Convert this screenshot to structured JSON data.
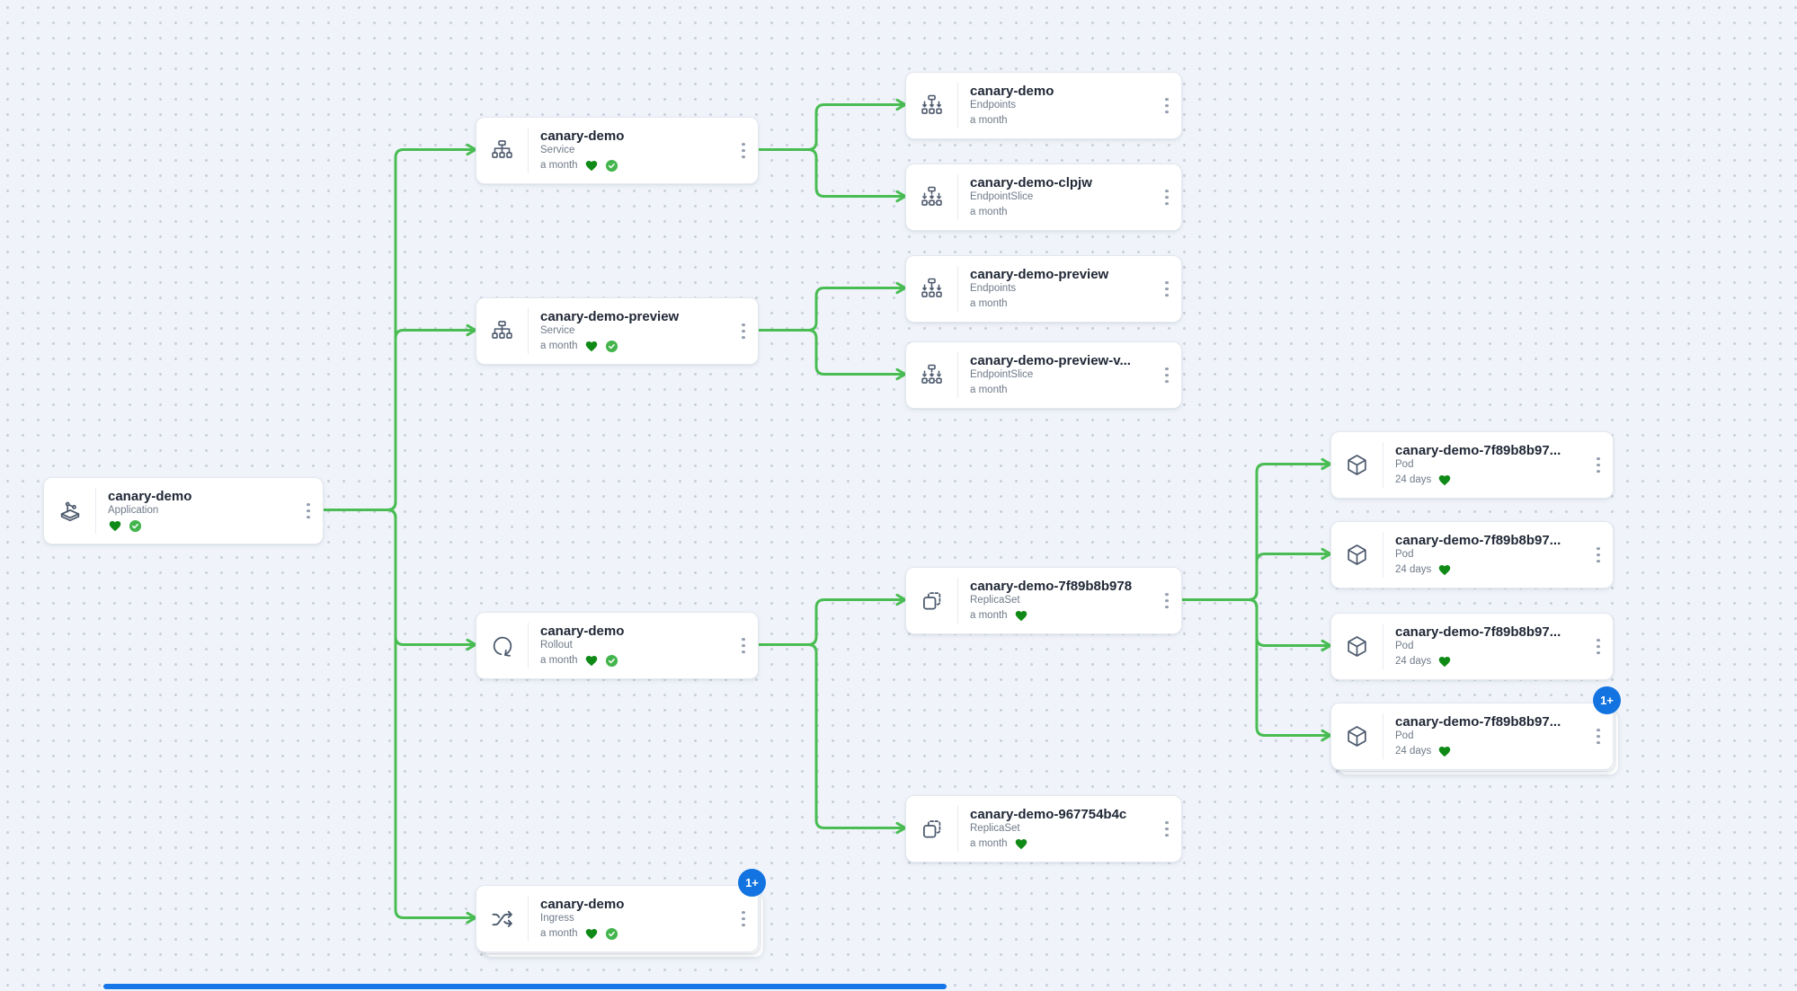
{
  "view": {
    "description": "Kubernetes application resource tree",
    "badge_label": "1+"
  },
  "colors": {
    "edge": "#49bd53",
    "heart": "#108a16",
    "check_circle": "#44b54d",
    "badge": "#1373e0",
    "card_border": "#e3e8ef",
    "background": "#f0f4fa"
  },
  "nodes": [
    {
      "id": "application",
      "title": "canary-demo",
      "kind": "Application",
      "age": "",
      "status_icons": [
        "heart",
        "check"
      ],
      "icon": "application"
    },
    {
      "id": "service-canary-demo",
      "title": "canary-demo",
      "kind": "Service",
      "age": "a month",
      "status_icons": [
        "heart",
        "check"
      ],
      "icon": "service"
    },
    {
      "id": "service-canary-demo-preview",
      "title": "canary-demo-preview",
      "kind": "Service",
      "age": "a month",
      "status_icons": [
        "heart",
        "check"
      ],
      "icon": "service"
    },
    {
      "id": "rollout",
      "title": "canary-demo",
      "kind": "Rollout",
      "age": "a month",
      "status_icons": [
        "heart",
        "check"
      ],
      "icon": "rollout"
    },
    {
      "id": "ingress",
      "title": "canary-demo",
      "kind": "Ingress",
      "age": "a month",
      "status_icons": [
        "heart",
        "check"
      ],
      "icon": "ingress",
      "badge": "1+",
      "stacked": true
    },
    {
      "id": "endpoints-canary-demo",
      "title": "canary-demo",
      "kind": "Endpoints",
      "age": "a month",
      "status_icons": [],
      "icon": "endpoints"
    },
    {
      "id": "endpointslice-clpjw",
      "title": "canary-demo-clpjw",
      "kind": "EndpointSlice",
      "age": "a month",
      "status_icons": [],
      "icon": "endpointslice"
    },
    {
      "id": "endpoints-preview",
      "title": "canary-demo-preview",
      "kind": "Endpoints",
      "age": "a month",
      "status_icons": [],
      "icon": "endpoints"
    },
    {
      "id": "endpointslice-preview",
      "title": "canary-demo-preview-v...",
      "kind": "EndpointSlice",
      "age": "a month",
      "status_icons": [],
      "icon": "endpointslice"
    },
    {
      "id": "rs-7f89b8b978",
      "title": "canary-demo-7f89b8b978",
      "kind": "ReplicaSet",
      "age": "a month",
      "status_icons": [
        "heart"
      ],
      "icon": "replicaset"
    },
    {
      "id": "rs-967754b4c",
      "title": "canary-demo-967754b4c",
      "kind": "ReplicaSet",
      "age": "a month",
      "status_icons": [
        "heart"
      ],
      "icon": "replicaset"
    },
    {
      "id": "pod-1",
      "title": "canary-demo-7f89b8b97...",
      "kind": "Pod",
      "age": "24 days",
      "status_icons": [
        "heart"
      ],
      "icon": "pod"
    },
    {
      "id": "pod-2",
      "title": "canary-demo-7f89b8b97...",
      "kind": "Pod",
      "age": "24 days",
      "status_icons": [
        "heart"
      ],
      "icon": "pod"
    },
    {
      "id": "pod-3",
      "title": "canary-demo-7f89b8b97...",
      "kind": "Pod",
      "age": "24 days",
      "status_icons": [
        "heart"
      ],
      "icon": "pod"
    },
    {
      "id": "pod-4",
      "title": "canary-demo-7f89b8b97...",
      "kind": "Pod",
      "age": "24 days",
      "status_icons": [
        "heart"
      ],
      "icon": "pod",
      "badge": "1+",
      "stacked": true
    }
  ],
  "edges": [
    {
      "from": "application",
      "to": "service-canary-demo"
    },
    {
      "from": "application",
      "to": "service-canary-demo-preview"
    },
    {
      "from": "application",
      "to": "rollout"
    },
    {
      "from": "application",
      "to": "ingress"
    },
    {
      "from": "service-canary-demo",
      "to": "endpoints-canary-demo"
    },
    {
      "from": "service-canary-demo",
      "to": "endpointslice-clpjw"
    },
    {
      "from": "service-canary-demo-preview",
      "to": "endpoints-preview"
    },
    {
      "from": "service-canary-demo-preview",
      "to": "endpointslice-preview"
    },
    {
      "from": "rollout",
      "to": "rs-7f89b8b978"
    },
    {
      "from": "rollout",
      "to": "rs-967754b4c"
    },
    {
      "from": "rs-7f89b8b978",
      "to": "pod-1"
    },
    {
      "from": "rs-7f89b8b978",
      "to": "pod-2"
    },
    {
      "from": "rs-7f89b8b978",
      "to": "pod-3"
    },
    {
      "from": "rs-7f89b8b978",
      "to": "pod-4"
    }
  ]
}
